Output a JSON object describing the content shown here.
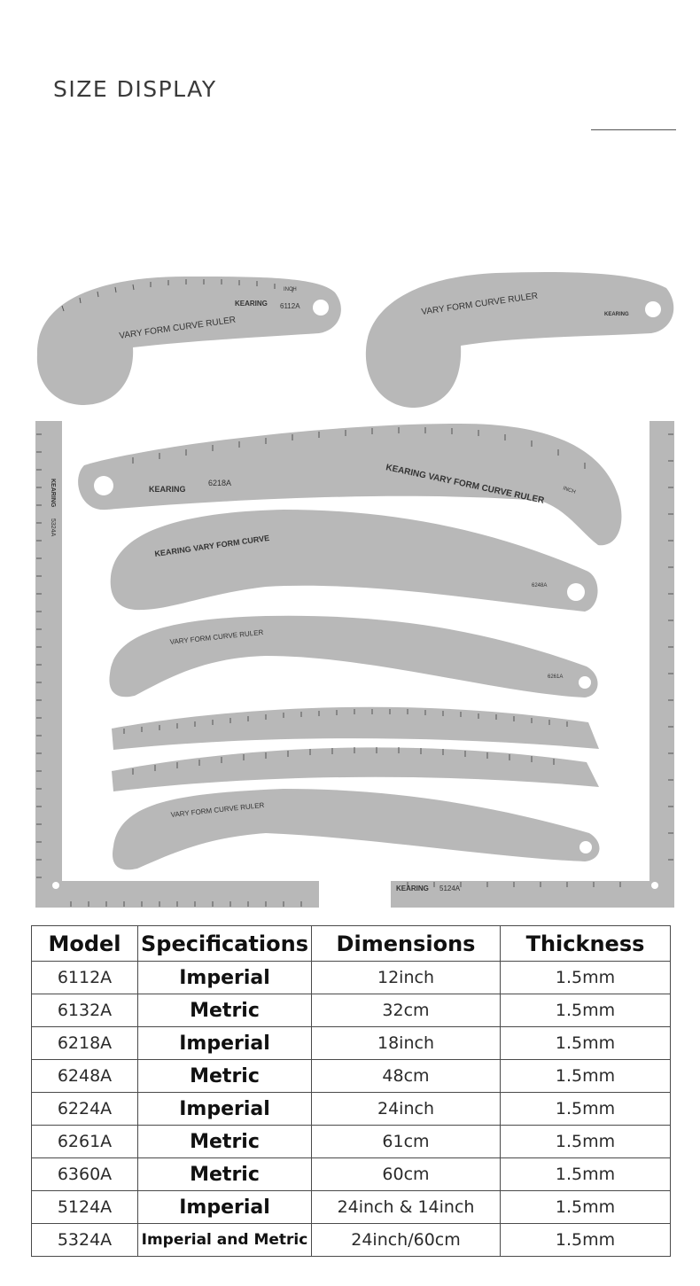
{
  "header": {
    "title": "SIZE DISPLAY"
  },
  "illustration": {
    "ruler_color": "#b8b8b8",
    "labels": {
      "r6112": {
        "model": "6112A",
        "brand": "KEARING",
        "text": "VARY FORM CURVE RULER",
        "unit": "INCH"
      },
      "r6132": {
        "text": "VARY FORM CURVE RULER",
        "brand": "KEARING"
      },
      "r6218": {
        "model": "6218A",
        "brand": "KEARING",
        "text": "KEARING VARY FORM CURVE RULER",
        "unit": "INCH"
      },
      "r6248": {
        "text": "KEARING VARY FORM CURVE",
        "model": "6248A"
      },
      "r6261": {
        "text": "VARY FORM CURVE RULER",
        "model": "6261A"
      },
      "r5324": {
        "model": "5324A",
        "brand": "KEARING"
      },
      "r5124": {
        "model": "5124A",
        "brand": "KEARING"
      },
      "r6224": {
        "text": "VARY FORM CURVE RULER"
      }
    }
  },
  "table": {
    "headers": [
      "Model",
      "Specifications",
      "Dimensions",
      "Thickness"
    ],
    "rows": [
      {
        "model": "6112A",
        "spec": "Imperial",
        "dimensions": "12inch",
        "thickness": "1.5mm"
      },
      {
        "model": "6132A",
        "spec": "Metric",
        "dimensions": "32cm",
        "thickness": "1.5mm"
      },
      {
        "model": "6218A",
        "spec": "Imperial",
        "dimensions": "18inch",
        "thickness": "1.5mm"
      },
      {
        "model": "6248A",
        "spec": "Metric",
        "dimensions": "48cm",
        "thickness": "1.5mm"
      },
      {
        "model": "6224A",
        "spec": "Imperial",
        "dimensions": "24inch",
        "thickness": "1.5mm"
      },
      {
        "model": "6261A",
        "spec": "Metric",
        "dimensions": "61cm",
        "thickness": "1.5mm"
      },
      {
        "model": "6360A",
        "spec": "Metric",
        "dimensions": "60cm",
        "thickness": "1.5mm"
      },
      {
        "model": "5124A",
        "spec": "Imperial",
        "dimensions": "24inch & 14inch",
        "thickness": "1.5mm"
      },
      {
        "model": "5324A",
        "spec": "Imperial and Metric",
        "dimensions": "24inch/60cm",
        "thickness": "1.5mm"
      }
    ]
  }
}
